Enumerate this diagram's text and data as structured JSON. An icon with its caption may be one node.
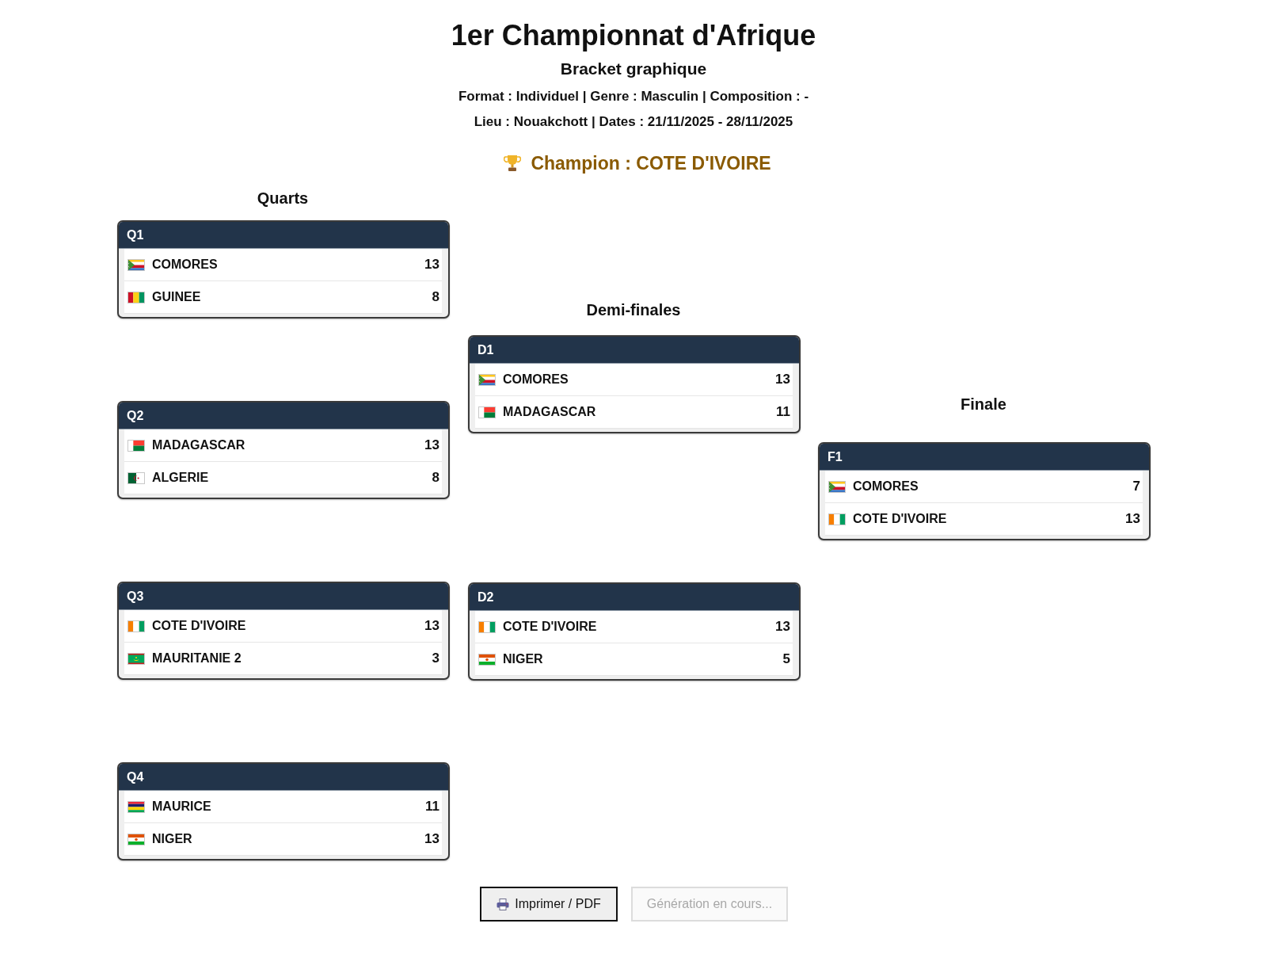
{
  "diagram": {
    "title": "1er Championnat d'Afrique",
    "nodes": [
      {
        "text": [
          "Q1"
        ]
      },
      {
        "text": [
          "COMORES",
          "13"
        ],
        "in": 0
      },
      {
        "text": [
          "GUINEE",
          "8"
        ],
        "in": 0
      },
      {
        "text": [
          "Q2"
        ]
      },
      {
        "text": [
          "MADAGASCAR",
          "13"
        ],
        "in": 3
      },
      {
        "text": [
          "ALGERIE",
          "8"
        ],
        "in": 3
      },
      {
        "text": [
          "Q3"
        ]
      },
      {
        "text": [
          "COTE D'IVOIRE",
          "13"
        ],
        "in": 6
      },
      {
        "text": [
          "MAURITANIE 2",
          "3"
        ],
        "in": 6
      },
      {
        "text": [
          "Q4"
        ]
      },
      {
        "text": [
          "MAURICE",
          "11"
        ],
        "in": 9
      },
      {
        "text": [
          "NIGER",
          "13"
        ],
        "in": 9
      },
      {
        "text": [
          "D1"
        ]
      },
      {
        "text": [
          "COMORES",
          "13"
        ],
        "in": 12
      },
      {
        "text": [
          "MADAGASCAR",
          "11"
        ],
        "in": 12
      },
      {
        "text": [
          "D2"
        ]
      },
      {
        "text": [
          "COTE D'IVOIRE",
          "13"
        ],
        "in": 15
      },
      {
        "text": [
          "NIGER",
          "5"
        ],
        "in": 15
      },
      {
        "text": [
          "F1"
        ]
      },
      {
        "text": [
          "COMORES",
          "7"
        ],
        "in": 18
      },
      {
        "text": [
          "COTE D'IVOIRE",
          "13"
        ],
        "in": 18
      }
    ],
    "labels": [
      "Bracket graphique",
      "Format : Individuel | Genre : Masculin | Composition : -",
      "Lieu : Nouakchott | Dates : 21/11/2025 - 28/11/2025",
      "Champion : COTE D'IVOIRE",
      "Quarts",
      "Demi-finales",
      "Finale",
      "Imprimer / PDF",
      "Génération en cours..."
    ]
  }
}
